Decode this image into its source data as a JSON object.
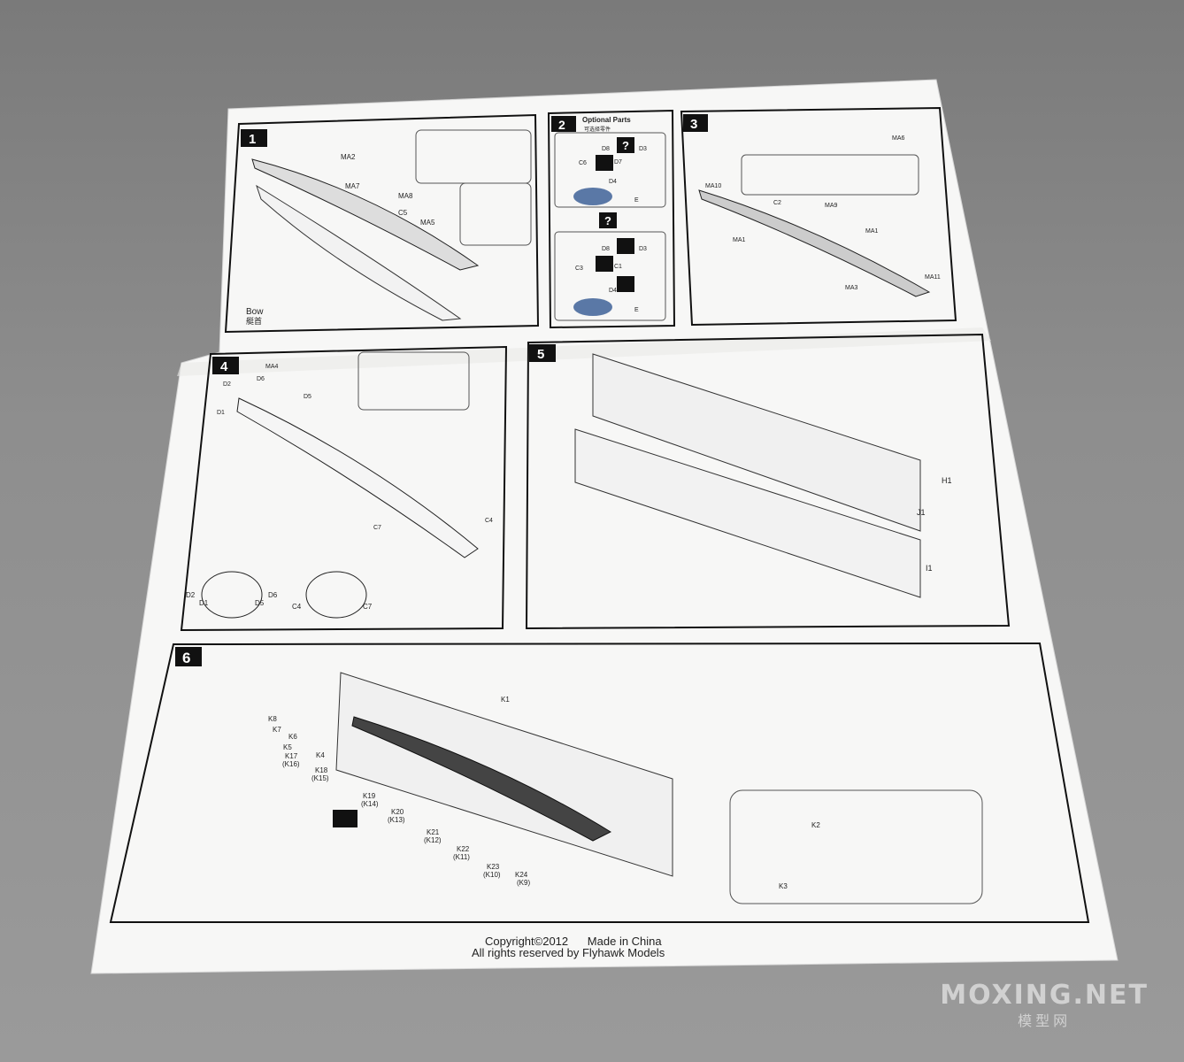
{
  "sheet": {
    "steps": [
      {
        "number": "1"
      },
      {
        "number": "2",
        "title": "Optional Parts",
        "title_cn": "可选择零件"
      },
      {
        "number": "3"
      },
      {
        "number": "4"
      },
      {
        "number": "5"
      },
      {
        "number": "6"
      }
    ],
    "step1": {
      "labels": [
        "MA2",
        "MA7",
        "MA8",
        "C5",
        "MA5"
      ],
      "bow": "Bow",
      "bow_cn": "艇首"
    },
    "step2": {
      "labels_a": [
        "D8",
        "D3",
        "C6",
        "D7",
        "D4",
        "E"
      ],
      "labels_b": [
        "D8",
        "D3",
        "C3",
        "C1",
        "D4",
        "E"
      ],
      "q": "?"
    },
    "step3": {
      "labels": [
        "MA6",
        "MA10",
        "C2",
        "MA9",
        "MA1",
        "MA1",
        "MA11",
        "MA3"
      ]
    },
    "step4": {
      "labels": [
        "MA4",
        "D2",
        "D6",
        "D5",
        "D1",
        "C4",
        "C7",
        "D2",
        "D6",
        "D1",
        "D5",
        "C4",
        "C7"
      ]
    },
    "step5": {
      "labels": [
        "H1",
        "J1",
        "I1"
      ]
    },
    "step6": {
      "labels": [
        "K1",
        "K8",
        "K7",
        "K6",
        "K5",
        "K17",
        "(K16)",
        "K4",
        "K18",
        "(K15)",
        "K19",
        "(K14)",
        "K20",
        "(K13)",
        "K21",
        "(K12)",
        "K22",
        "(K11)",
        "K23",
        "(K10)",
        "K24",
        "(K9)",
        "K2",
        "K3"
      ]
    },
    "footer": {
      "line1": "Copyright©2012      Made in China",
      "line2": "All rights reserved by Flyhawk Models"
    }
  },
  "watermark": {
    "text": "MOXING.NET",
    "sub": "模型网"
  }
}
